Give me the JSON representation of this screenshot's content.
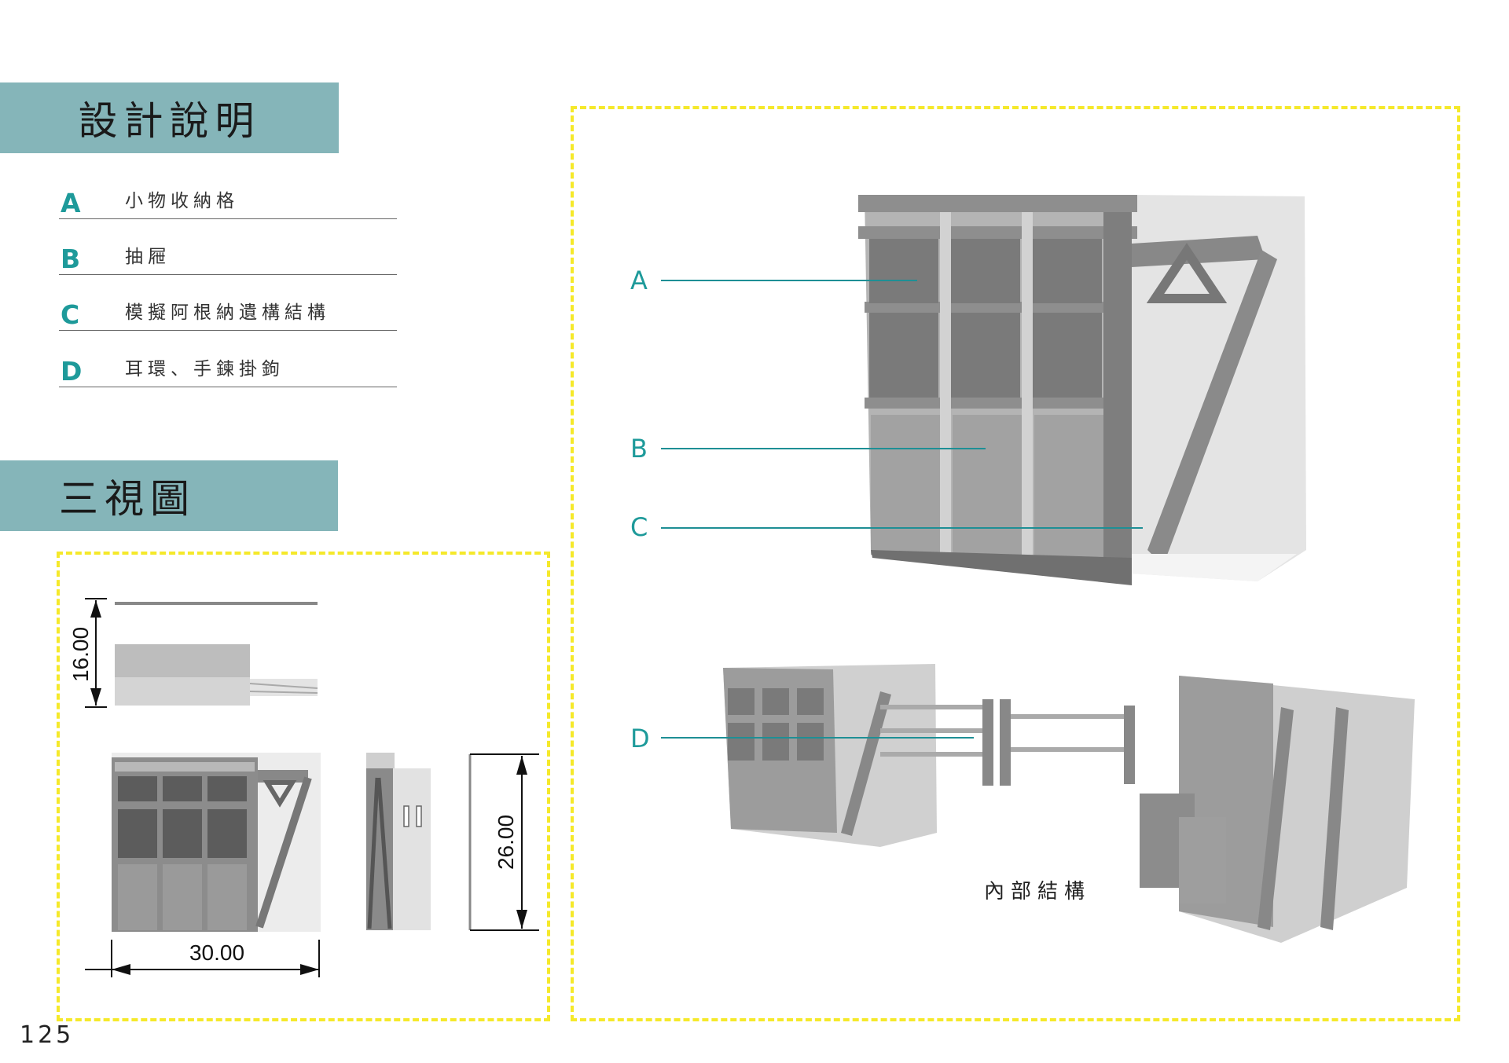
{
  "sections": {
    "design_title": "設計說明",
    "views_title": "三視圖"
  },
  "legend": [
    {
      "letter": "A",
      "text": "小物收納格"
    },
    {
      "letter": "B",
      "text": "抽屜"
    },
    {
      "letter": "C",
      "text": "模擬阿根納遺構結構"
    },
    {
      "letter": "D",
      "text": "耳環、手鍊掛鉤"
    }
  ],
  "callouts": {
    "a": "A",
    "b": "B",
    "c": "C",
    "d": "D"
  },
  "dimensions": {
    "depth": "16.00",
    "height": "26.00",
    "width": "30.00"
  },
  "caption": "內部結構",
  "page_number": "125",
  "colors": {
    "header_bg": "#85b5b9",
    "accent": "#1e9a9a",
    "dash": "#f5e92a"
  }
}
